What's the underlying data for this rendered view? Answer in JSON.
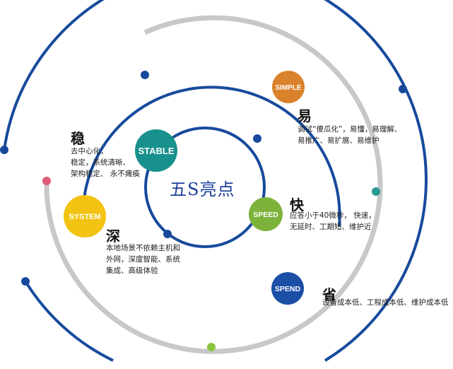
{
  "center": {
    "title": "五S亮点"
  },
  "colors": {
    "navy": "#174a9c",
    "gray": "#c8c8c8",
    "stable": "#18908c",
    "simple": "#d9822b",
    "speed": "#7db33b",
    "system": "#f2c312",
    "spend": "#1b4fa6",
    "pink": "#e05a7a",
    "teal": "#2a9a94",
    "green": "#8ac43f"
  },
  "badges": {
    "stable": "STABLE",
    "simple": "SIMPLE",
    "speed": "SPEED",
    "system": "SYSTEM",
    "spend": "SPEND"
  },
  "features": {
    "stable": {
      "heading": "稳",
      "lines": [
        "去中心化，",
        "稳定，系统清晰、",
        "架构稳定、 永不瘫痪"
      ]
    },
    "simple": {
      "heading": "易",
      "lines": [
        "调试“傻瓜化”，易懂，易理解、",
        "易推广、易扩展、易维护"
      ]
    },
    "speed": {
      "heading": "快",
      "lines": [
        "应答小于40微秒， 快速，",
        "无延时、工期短、维护近"
      ]
    },
    "system": {
      "heading": "深",
      "lines": [
        "本地场景不依赖主机和",
        "外网，深度智能、系统",
        "集成、高级体验"
      ]
    },
    "spend": {
      "heading": "省",
      "lines": [
        "设备成本低、工程成本低、维护成本低"
      ]
    }
  }
}
